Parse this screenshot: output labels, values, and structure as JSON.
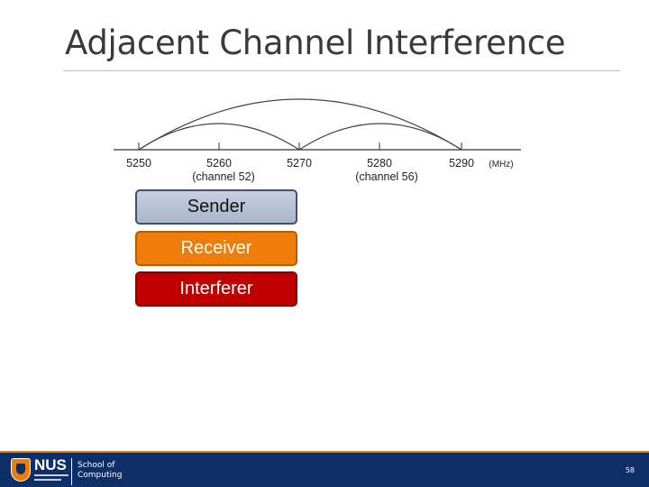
{
  "slide": {
    "title": "Adjacent Channel Interference",
    "page_number": "58"
  },
  "spectrum": {
    "ticks": [
      {
        "freq": "5250",
        "channel": ""
      },
      {
        "freq": "5260",
        "channel": "(channel 52)"
      },
      {
        "freq": "5270",
        "channel": ""
      },
      {
        "freq": "5280",
        "channel": "(channel 56)"
      },
      {
        "freq": "5290",
        "channel": ""
      }
    ],
    "unit": "(MHz)"
  },
  "bands": {
    "sender": "Sender",
    "receiver": "Receiver",
    "interferer": "Interferer"
  },
  "footer": {
    "logo_text": "NUS",
    "school_name": "School of\nComputing"
  },
  "colors": {
    "footer_bg": "#0d2e66",
    "accent": "#ef7d0a",
    "interferer": "#c00000"
  }
}
